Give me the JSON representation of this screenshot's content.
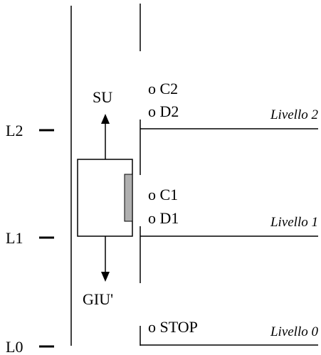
{
  "levels": {
    "l0": "L0",
    "l1": "L1",
    "l2": "L2"
  },
  "directions": {
    "up": "SU",
    "down": "GIU'"
  },
  "indicators": {
    "c2": "o C2",
    "d2": "o D2",
    "c1": "o C1",
    "d1": "o D1",
    "stop": "o STOP"
  },
  "floor_captions": {
    "f2": "Livello 2",
    "f1": "Livello 1",
    "f0": "Livello 0"
  },
  "colors": {
    "line": "#000000",
    "door": "#b0b0b0",
    "background": "#ffffff"
  }
}
